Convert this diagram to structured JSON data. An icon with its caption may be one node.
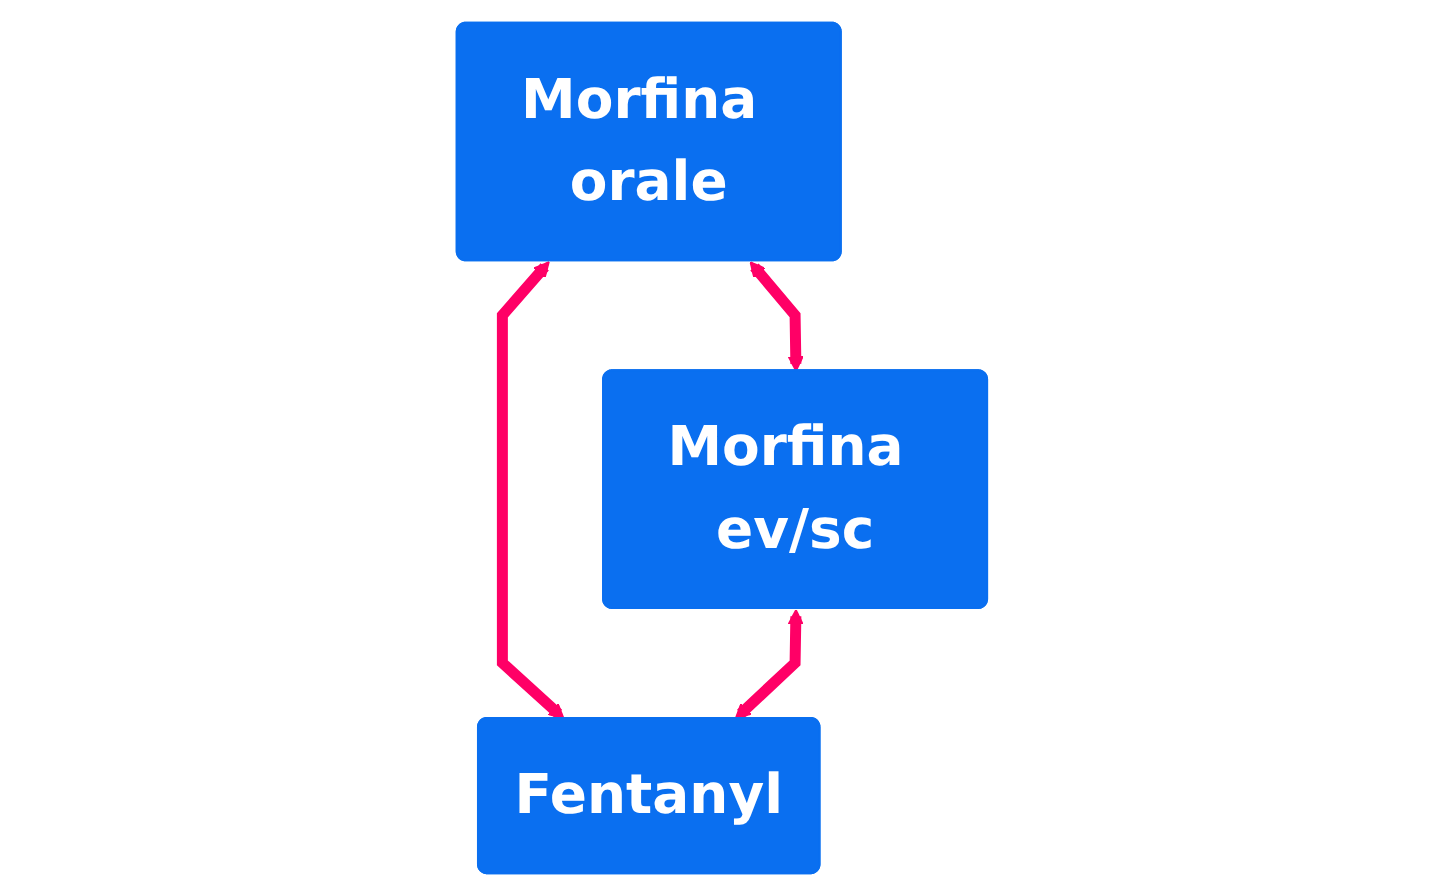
{
  "diagram": {
    "nodes": [
      {
        "text": [
          "Morfina orale"
        ]
      },
      {
        "text": [
          "Morfina ev/sc"
        ]
      },
      {
        "text": [
          "Fentanyl"
        ]
      }
    ],
    "edges": [
      {
        "from": 0,
        "to": 1,
        "arrow": "both",
        "color": "#ff0066"
      },
      {
        "from": 0,
        "to": 2,
        "arrow": "both",
        "color": "#ff0066"
      },
      {
        "from": 1,
        "to": 2,
        "arrow": "both",
        "color": "#ff0066"
      }
    ]
  }
}
